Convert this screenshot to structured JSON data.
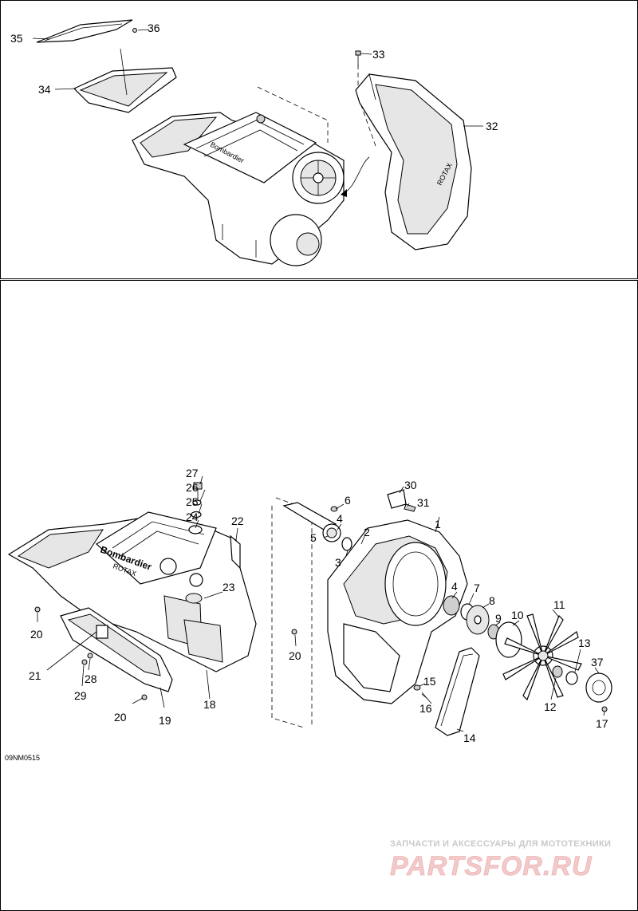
{
  "diagram": {
    "top_panel": {
      "callouts": [
        {
          "id": "c35",
          "text": "35"
        },
        {
          "id": "c36",
          "text": "36"
        },
        {
          "id": "c34",
          "text": "34"
        },
        {
          "id": "c33",
          "text": "33"
        },
        {
          "id": "c32",
          "text": "32"
        }
      ]
    },
    "bottom_panel": {
      "callouts": [
        {
          "id": "c27",
          "text": "27"
        },
        {
          "id": "c26",
          "text": "26"
        },
        {
          "id": "c25",
          "text": "25"
        },
        {
          "id": "c24",
          "text": "24"
        },
        {
          "id": "c22",
          "text": "22"
        },
        {
          "id": "c23",
          "text": "23"
        },
        {
          "id": "c20a",
          "text": "20"
        },
        {
          "id": "c20b",
          "text": "20"
        },
        {
          "id": "c20c",
          "text": "20"
        },
        {
          "id": "c21",
          "text": "21"
        },
        {
          "id": "c28",
          "text": "28"
        },
        {
          "id": "c29",
          "text": "29"
        },
        {
          "id": "c18",
          "text": "18"
        },
        {
          "id": "c19",
          "text": "19"
        },
        {
          "id": "c30",
          "text": "30"
        },
        {
          "id": "c31",
          "text": "31"
        },
        {
          "id": "c6",
          "text": "6"
        },
        {
          "id": "c4a",
          "text": "4"
        },
        {
          "id": "c5",
          "text": "5"
        },
        {
          "id": "c2",
          "text": "2"
        },
        {
          "id": "c3",
          "text": "3"
        },
        {
          "id": "c1",
          "text": "1"
        },
        {
          "id": "c4b",
          "text": "4"
        },
        {
          "id": "c7",
          "text": "7"
        },
        {
          "id": "c8",
          "text": "8"
        },
        {
          "id": "c9",
          "text": "9"
        },
        {
          "id": "c10",
          "text": "10"
        },
        {
          "id": "c11",
          "text": "11"
        },
        {
          "id": "c13",
          "text": "13"
        },
        {
          "id": "c37",
          "text": "37"
        },
        {
          "id": "c12",
          "text": "12"
        },
        {
          "id": "c15",
          "text": "15"
        },
        {
          "id": "c16",
          "text": "16"
        },
        {
          "id": "c14",
          "text": "14"
        },
        {
          "id": "c17",
          "text": "17"
        }
      ],
      "drawing_code": "09NM0515",
      "branding": {
        "brand_top": "Bombardier",
        "brand_sub": "ROTAX",
        "brand_bottom": "Bombardier",
        "brand_bottom_sub": "ROTAX"
      }
    },
    "watermark": {
      "tagline": "ЗАПЧАСТИ И АКСЕССУАРЫ ДЛЯ МОТОТЕХНИКИ",
      "site": "PARTSFOR.RU"
    },
    "colors": {
      "line": "#000000",
      "shade": "#e6e6e6",
      "watermark_text": "#c9c9c9",
      "watermark_logo": "#f3c9c9"
    }
  }
}
